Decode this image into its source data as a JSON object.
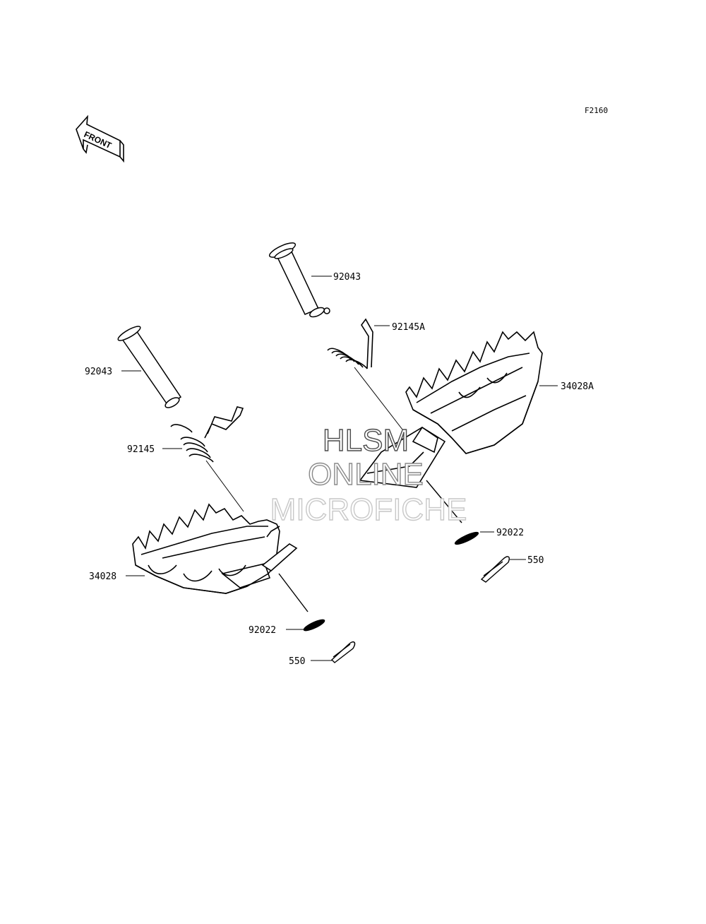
{
  "figure_id": "F2160",
  "front_indicator": "FRONT",
  "watermark": {
    "line1": "HLSM",
    "line2": "ONLINE",
    "line3": "MICROFICHE",
    "color_dark": "#4a4a4a",
    "color_mid": "#8a8a8a",
    "color_light": "#c8c8c8"
  },
  "callouts": {
    "pin_right": "92043",
    "spring_right": "92145A",
    "footpeg_right": "34028A",
    "washer_right": "92022",
    "cotter_right": "550",
    "pin_left": "92043",
    "spring_left": "92145",
    "footpeg_left": "34028",
    "washer_left": "92022",
    "cotter_left": "550"
  }
}
